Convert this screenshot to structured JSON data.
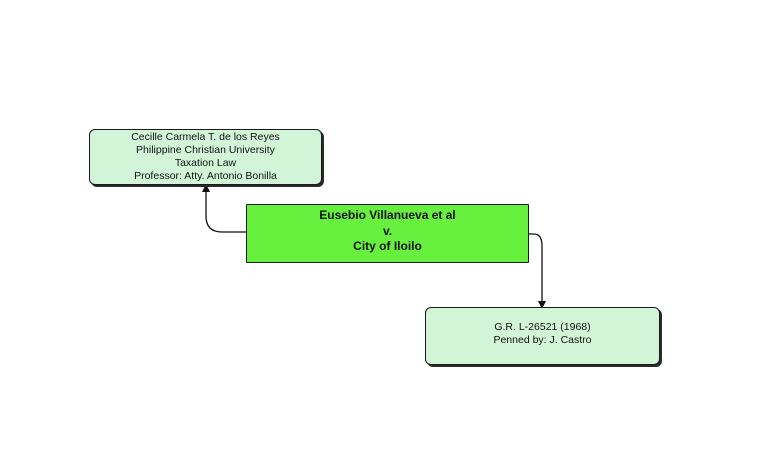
{
  "diagram": {
    "author_box": {
      "lines": [
        "Cecille Carmela T. de los Reyes",
        "Philippine Christian University",
        "Taxation Law",
        "Professor: Atty. Antonio Bonilla"
      ]
    },
    "case_box": {
      "lines": [
        "Eusebio Villanueva et al",
        "v.",
        "City of Iloilo"
      ]
    },
    "citation_box": {
      "lines": [
        "G.R. L-26521 (1968)",
        "Penned by: J. Castro"
      ]
    },
    "colors": {
      "case_fill": "#67f03d",
      "info_fill": "#d2f5d8",
      "stroke": "#1a1a1a"
    }
  }
}
